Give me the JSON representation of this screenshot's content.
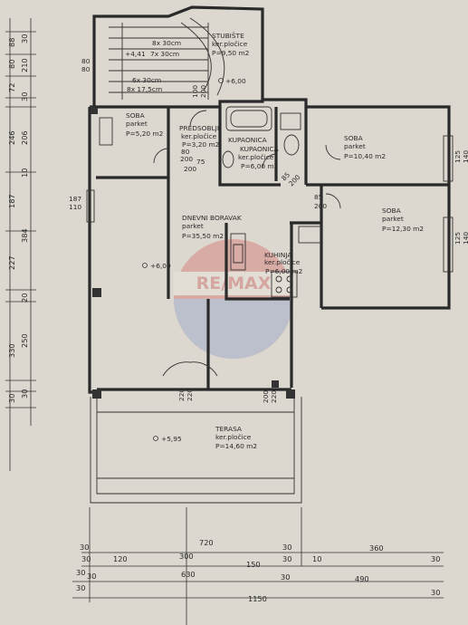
{
  "rooms": {
    "stubiste": {
      "name": "STUBIŠTE",
      "floor": "ker.pločice",
      "area": "P=9,50 m2"
    },
    "soba_left": {
      "name": "SOBA",
      "floor": "parket",
      "area": "P=5,20 m2"
    },
    "predsoblje": {
      "name": "PREDSOBLJE",
      "floor": "ker.pločice",
      "area": "P=3,20 m2"
    },
    "kupaonica1": {
      "name": "KUPAONICA"
    },
    "kupaonica2": {
      "name": "KUPAONICA",
      "floor": "ker.pločice",
      "area": "P=6,00 m2"
    },
    "soba_right_top": {
      "name": "SOBA",
      "floor": "parket",
      "area": "P=10,40 m2"
    },
    "soba_right": {
      "name": "SOBA",
      "floor": "parket",
      "area": "P=12,30 m2"
    },
    "dnevni": {
      "name": "DNEVNI BORAVAK",
      "floor": "parket",
      "area": "P=35,50 m2"
    },
    "kuhinja": {
      "name": "KUHINJA",
      "floor": "ker.pločice",
      "area": "P=6,00 m2"
    },
    "terasa": {
      "name": "TERASA",
      "floor": "ker.pločice",
      "area": "P=14,60 m2"
    }
  },
  "stair_notes": {
    "top": "8x 30cm",
    "mid": "7x 30cm",
    "lower": "6x 30cm",
    "low2": "8x 17,5cm",
    "level": "+4,41"
  },
  "levels": {
    "stair_top": "+6,00",
    "dnevni": "+6,00",
    "terasa": "+5,95"
  },
  "openings": {
    "o1": "80",
    "o1b": "80",
    "o2": "100",
    "o2b": "200",
    "o3": "80",
    "o3b": "200",
    "o4": "75",
    "o4b": "200",
    "o5": "85",
    "o5b": "200",
    "o6": "85",
    "o6b": "200",
    "o7": "187",
    "o7b": "110",
    "o8": "125",
    "o8b": "140",
    "o9": "125",
    "o9b": "140",
    "o10": "220",
    "o10b": "220",
    "o11": "200",
    "o11b": "220"
  },
  "left_dims": {
    "outer": [
      "88",
      "80",
      "72",
      "246",
      "187",
      "227",
      "330",
      "30"
    ],
    "inner": [
      "30",
      "210",
      "30",
      "206",
      "10",
      "384",
      "20",
      "250",
      "30"
    ]
  },
  "bottom_dims": {
    "row1": [
      "30",
      "720",
      "30"
    ],
    "row2": [
      "30",
      "120",
      "300",
      "150",
      "30",
      "360",
      "30"
    ],
    "row2b": [
      "10"
    ],
    "row3": [
      "30",
      "30",
      "630",
      "30",
      "490"
    ],
    "row4": [
      "30",
      "1150",
      "30"
    ]
  },
  "watermark": "RE/MAX"
}
